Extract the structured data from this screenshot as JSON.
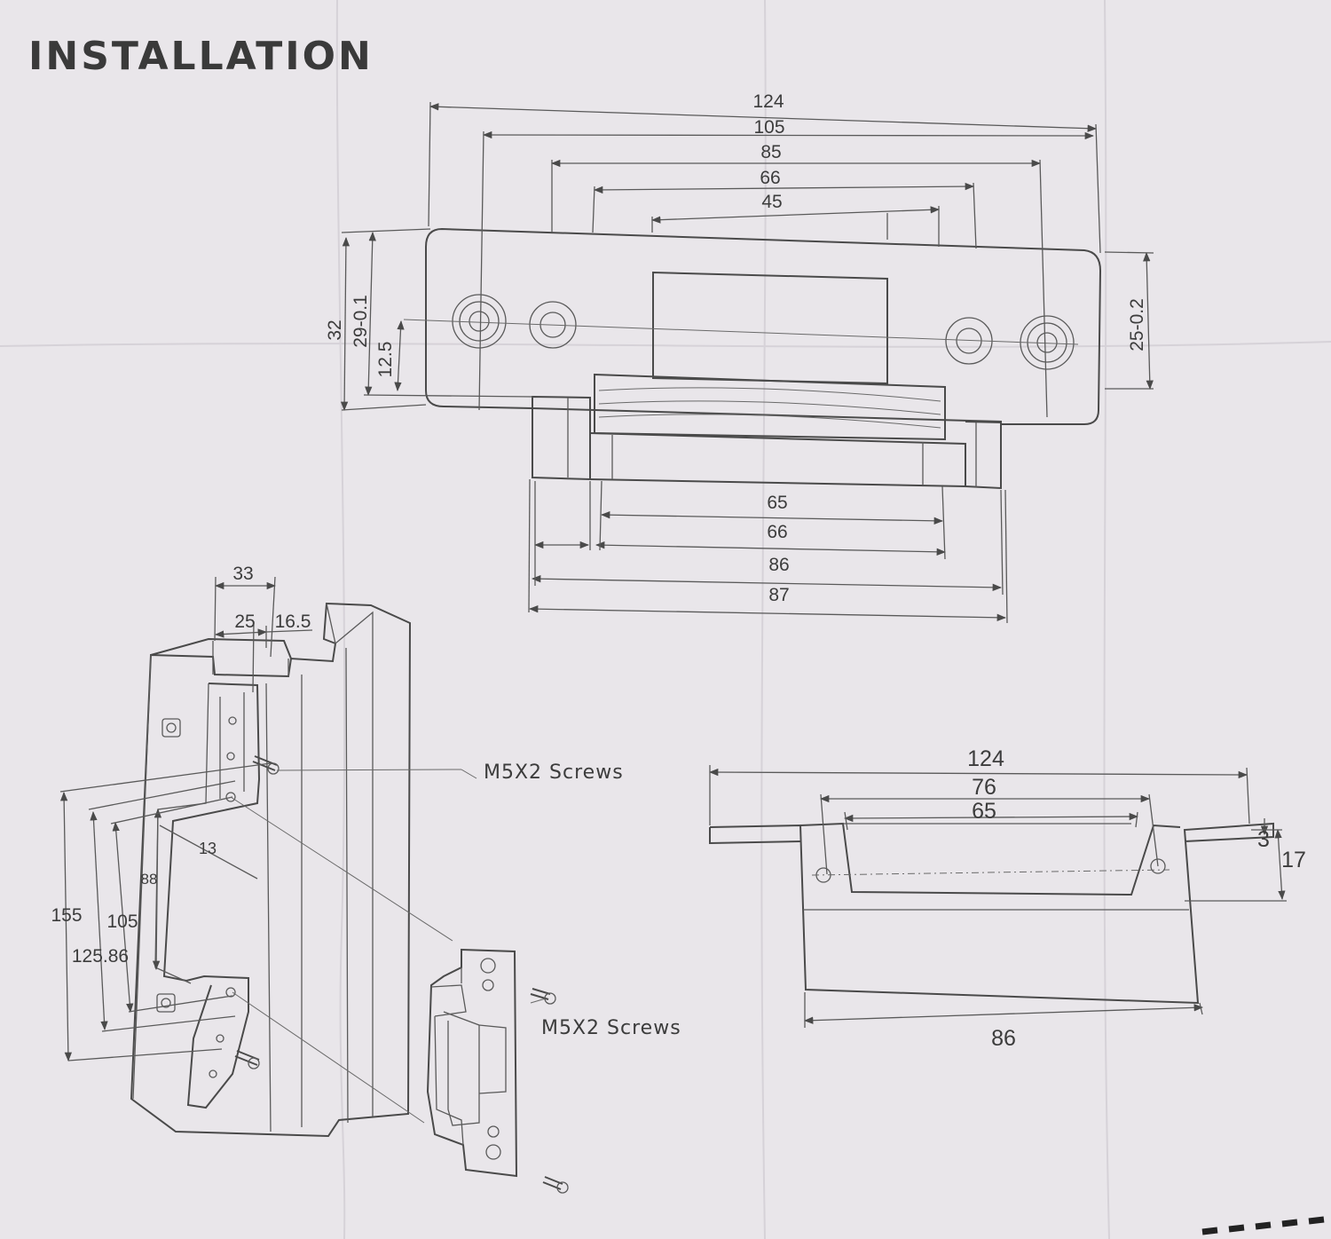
{
  "title": "INSTALLATION",
  "top_view": {
    "widths": [
      "124",
      "105",
      "85",
      "66",
      "45"
    ],
    "heights": [
      "32",
      "29-0.1",
      "12.5"
    ],
    "right_height": "25-0.2",
    "bottom_widths": [
      "65",
      "66",
      "86",
      "87"
    ]
  },
  "door_frame": {
    "top_dims": [
      "33",
      "25",
      "16.5"
    ],
    "vertical_dims": [
      "155",
      "105",
      "125.86",
      "88"
    ],
    "depth_dim": "13",
    "screw_label_upper": "M5X2  Screws",
    "screw_label_lower": "M5X2  Screws"
  },
  "side_view": {
    "widths": [
      "124",
      "76",
      "65"
    ],
    "heights": [
      "3",
      "17"
    ],
    "bottom_width": "86"
  }
}
